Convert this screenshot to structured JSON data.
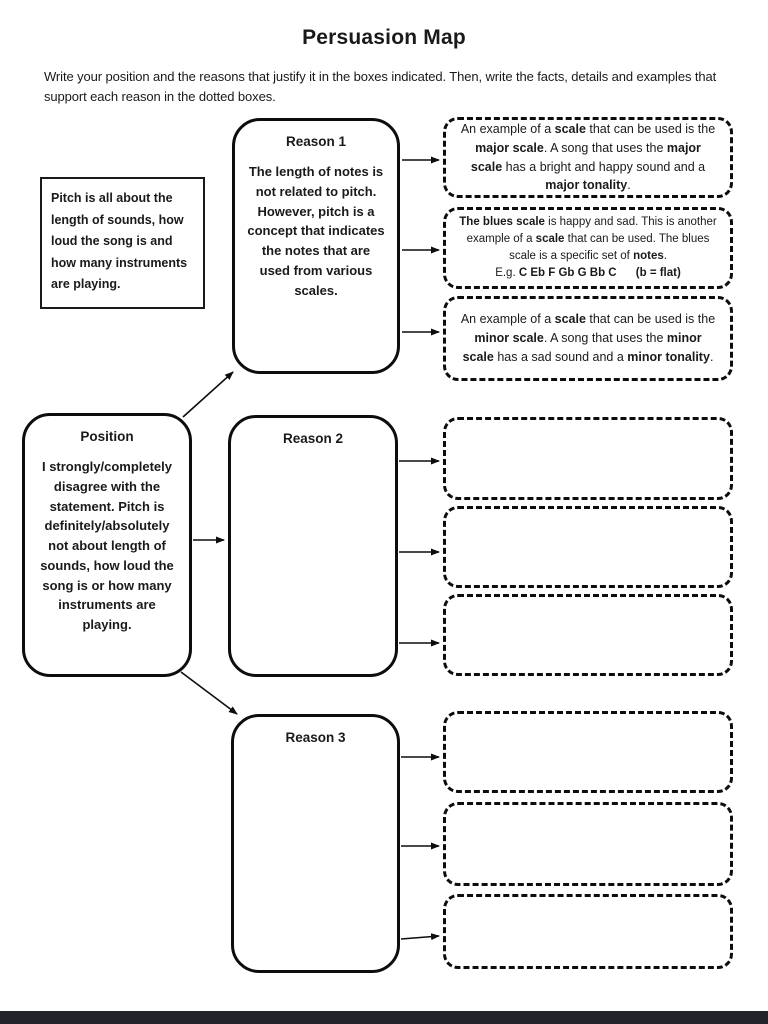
{
  "colors": {
    "ink": "#1a1a1a",
    "page_bg": "#ffffff",
    "footer_bar": "#23232b"
  },
  "header": {
    "title": "Persuasion Map",
    "instructions": "Write your position and the reasons that justify it in the boxes indicated. Then, write the facts, details and examples that support each reason in the dotted boxes."
  },
  "statement_box": {
    "text": "Pitch is all about the length of sounds, how loud the song is and how many instruments are playing."
  },
  "position_box": {
    "label": "Position",
    "text": "I strongly/completely disagree with the statement. Pitch is definitely/absolutely not about length of sounds, how loud the song is or how many instruments are playing."
  },
  "reason_boxes": [
    {
      "label": "Reason 1",
      "text": "The length of notes is not related to pitch. However, pitch is a concept that indicates the notes that are used from various scales."
    },
    {
      "label": "Reason 2",
      "text": ""
    },
    {
      "label": "Reason 3",
      "text": ""
    }
  ],
  "fact_boxes": {
    "reason1": [
      {
        "segments": [
          {
            "t": "An example of a "
          },
          {
            "t": "scale",
            "b": true
          },
          {
            "t": " that can be used is the "
          },
          {
            "t": "major scale",
            "b": true
          },
          {
            "t": ". A song that uses the "
          },
          {
            "t": "major scale",
            "b": true
          },
          {
            "t": " has a bright and happy sound and a "
          },
          {
            "t": "major tonality",
            "b": true
          },
          {
            "t": "."
          }
        ]
      },
      {
        "segments": [
          {
            "t": "The blues scale",
            "b": true
          },
          {
            "t": " is happy and sad. This is another example of a "
          },
          {
            "t": "scale",
            "b": true
          },
          {
            "t": " that can be used. The blues scale is a specific set of "
          },
          {
            "t": "notes",
            "b": true
          },
          {
            "t": "."
          },
          {
            "br": true
          },
          {
            "t": "E.g. "
          },
          {
            "t": "C Eb F Gb G Bb C",
            "b": true
          },
          {
            "t": "      "
          },
          {
            "t": "(b = flat)",
            "b": true
          }
        ]
      },
      {
        "segments": [
          {
            "t": "An example of a "
          },
          {
            "t": "scale",
            "b": true
          },
          {
            "t": " that can be used is the "
          },
          {
            "t": "minor scale",
            "b": true
          },
          {
            "t": ". A song that uses the "
          },
          {
            "t": "minor scale",
            "b": true
          },
          {
            "t": " has a sad sound and a "
          },
          {
            "t": "minor tonality",
            "b": true
          },
          {
            "t": "."
          }
        ]
      }
    ],
    "reason2": [
      {
        "segments": []
      },
      {
        "segments": []
      },
      {
        "segments": []
      }
    ],
    "reason3": [
      {
        "segments": []
      },
      {
        "segments": []
      },
      {
        "segments": []
      }
    ]
  }
}
